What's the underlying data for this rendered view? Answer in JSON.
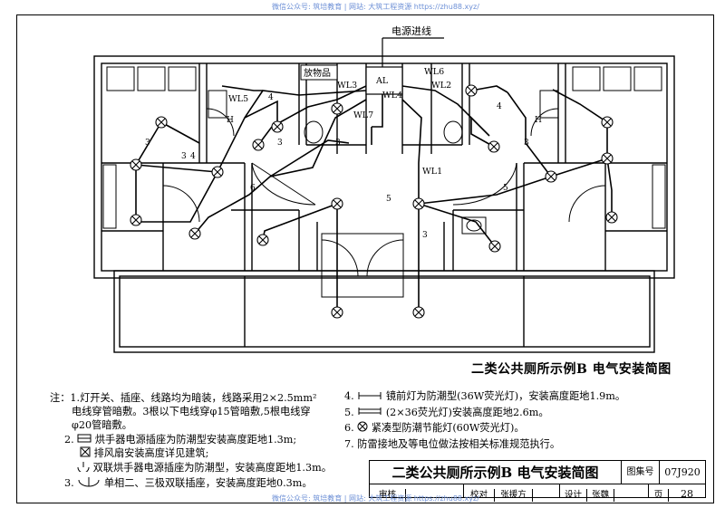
{
  "watermark": "微信公众号: 筑培教育  |  网站: 大筑工程资源  https://zhu88.xyz/",
  "plan": {
    "power_inlet_label": "电源进线",
    "room_label_cleaning": "放物品",
    "circuits": [
      "WL1",
      "WL2",
      "WL3",
      "WL4",
      "WL5",
      "WL6",
      "WL7"
    ],
    "panel_label": "AL",
    "h_label": "H",
    "wire_counts": [
      "3",
      "4",
      "5",
      "6"
    ]
  },
  "caption": "二类公共厕所示例B  电气安装简图",
  "notes": {
    "prefix": "注：",
    "items": [
      {
        "num": "1.",
        "lines": [
          "灯开关、插座、线路均为暗装，线路采用2×2.5mm²",
          "电线穿管暗敷。3根以下电线穿φ15管暗敷,5根电线穿",
          "φ20管暗敷。"
        ]
      },
      {
        "num": "2.",
        "lines": [
          "烘手器电源插座为防潮型安装高度距地1.3m;",
          "排风扇安装高度详见建筑;",
          "双联烘手器电源插座为防潮型，安装高度距地1.3m。"
        ]
      },
      {
        "num": "3.",
        "lines": [
          "单相二、三极双联插座，安装高度距地0.3m。"
        ]
      },
      {
        "num": "4.",
        "lines": [
          "镜前灯为防潮型(36W荧光灯)，安装高度距地1.9m。"
        ]
      },
      {
        "num": "5.",
        "lines": [
          "(2×36荧光灯)安装高度距地2.6m。"
        ]
      },
      {
        "num": "6.",
        "lines": [
          "紧凑型防潮节能灯(60W荧光灯)。"
        ]
      },
      {
        "num": "7.",
        "lines": [
          "防雷接地及等电位做法按相关标准规范执行。"
        ]
      }
    ]
  },
  "titleblock": {
    "title": "二类公共厕所示例B  电气安装简图",
    "atlas_label": "图集号",
    "atlas_no": "07J920",
    "page_label": "页",
    "page_no": "28",
    "row2": [
      "审核",
      "校对",
      "张援方",
      "设计",
      "张魏"
    ]
  }
}
